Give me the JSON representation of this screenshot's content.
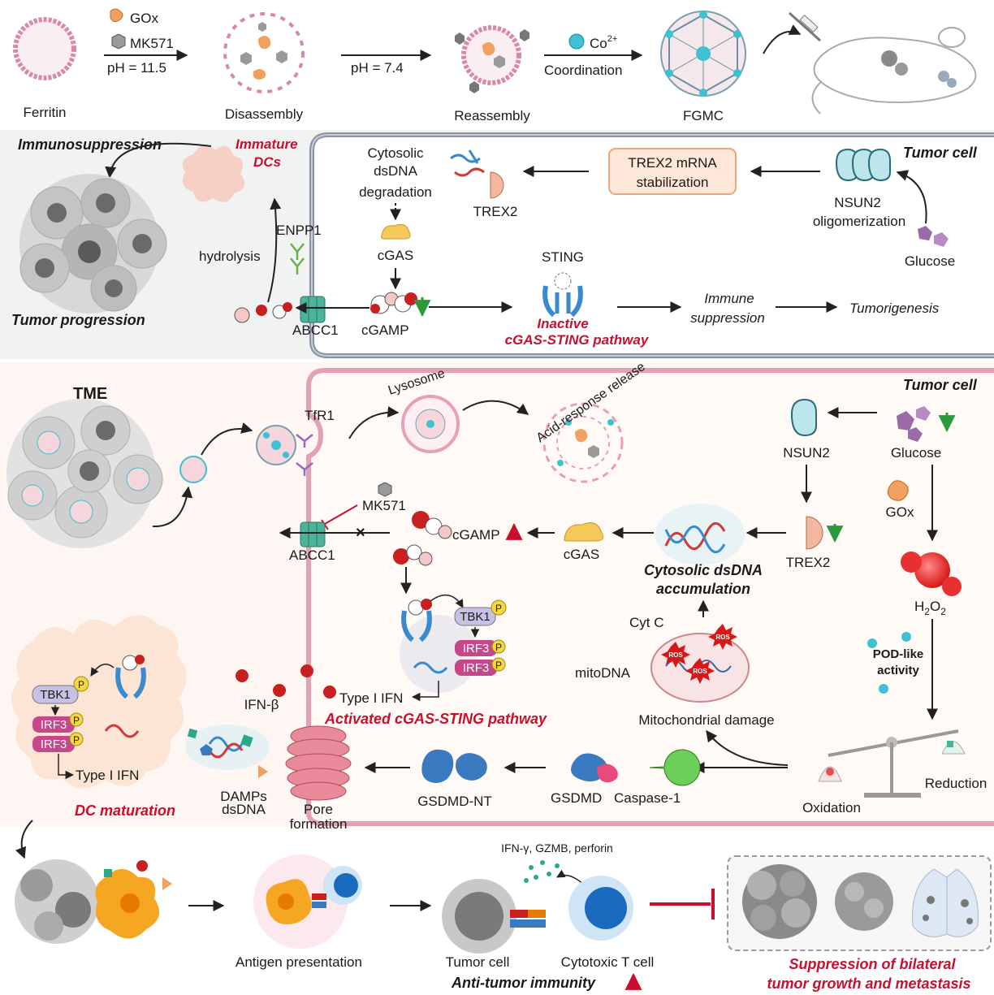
{
  "synthesis": {
    "ferritin": "Ferritin",
    "gox_legend": "GOx",
    "mk571_legend": "MK571",
    "ph_high": "pH = 11.5",
    "disassembly": "Disassembly",
    "ph_neutral": "pH = 7.4",
    "reassembly": "Reassembly",
    "co_legend": "Co",
    "co_charge": "2+",
    "coordination": "Coordination",
    "fgmc": "FGMC"
  },
  "upper": {
    "immunosuppression": "Immunosuppression",
    "immature_dcs_1": "Immature",
    "immature_dcs_2": "DCs",
    "tumor_progression": "Tumor progression",
    "hydrolysis": "hydrolysis",
    "enpp1": "ENPP1",
    "abcc1": "ABCC1",
    "cgamp": "cGAMP",
    "cytosolic_1": "Cytosolic",
    "cytosolic_2": "dsDNA",
    "cytosolic_3": "degradation",
    "cgas": "cGAS",
    "trex2": "TREX2",
    "trex2_box_1": "TREX2 mRNA",
    "trex2_box_2": "stabilization",
    "nsun2_1": "NSUN2",
    "nsun2_2": "oligomerization",
    "glucose": "Glucose",
    "tumor_cell": "Tumor cell",
    "sting": "STING",
    "inactive_1": "Inactive",
    "inactive_2": "cGAS-STING pathway",
    "immune_1": "Immune",
    "immune_2": "suppression",
    "tumorigenesis": "Tumorigenesis"
  },
  "lower": {
    "tme": "TME",
    "tfr1": "TfR1",
    "lysosome": "Lysosome",
    "acid_release": "Acid-response release",
    "tumor_cell": "Tumor cell",
    "nsun2": "NSUN2",
    "glucose": "Glucose",
    "gox": "GOx",
    "mk571": "MK571",
    "abcc1": "ABCC1",
    "cgamp": "cGAMP",
    "cgas": "cGAS",
    "trex2": "TREX2",
    "dsdna_1": "Cytosolic dsDNA",
    "dsdna_2": "accumulation",
    "h2o2": "H",
    "h2o2_sub": "2",
    "h2o2_end": "O",
    "h2o2_sub2": "2",
    "tbk1": "TBK1",
    "irf3": "IRF3",
    "p": "P",
    "type1_ifn": "Type I IFN",
    "activated": "Activated cGAS-STING pathway",
    "cytc": "Cyt C",
    "mitodna": "mitoDNA",
    "ros": "ROS",
    "mito_damage": "Mitochondrial damage",
    "pod_1": "POD-like",
    "pod_2": "activity",
    "ifn_beta": "IFN-β",
    "dc_tbk1": "TBK1",
    "dc_irf3": "IRF3",
    "dc_type1": "Type I IFN",
    "dc_maturation": "DC maturation",
    "damps_1": "DAMPs",
    "damps_2": "dsDNA",
    "pore_1": "Pore",
    "pore_2": "formation",
    "gsdmd_nt": "GSDMD-NT",
    "gsdmd": "GSDMD",
    "caspase": "Caspase-1",
    "oxidation": "Oxidation",
    "reduction": "Reduction"
  },
  "bottom": {
    "cytokines": "IFN-γ, GZMB, perforin",
    "antigen": "Antigen presentation",
    "tumor_cell": "Tumor cell",
    "ctl": "Cytotoxic T cell",
    "anti_tumor": "Anti-tumor immunity",
    "suppression_1": "Suppression of bilateral",
    "suppression_2": "tumor growth and metastasis"
  },
  "colors": {
    "red_text": "#c8102e",
    "ferritin_ring": "#d98aa0",
    "cobalt": "#3ec1d3",
    "gox": "#f0a060",
    "glucose": "#9b6aa8",
    "membrane_upper": "#8a93a6",
    "membrane_lower": "#e2a2b2",
    "irf3": "#c6488a",
    "tbk1": "#c6c2e6"
  }
}
